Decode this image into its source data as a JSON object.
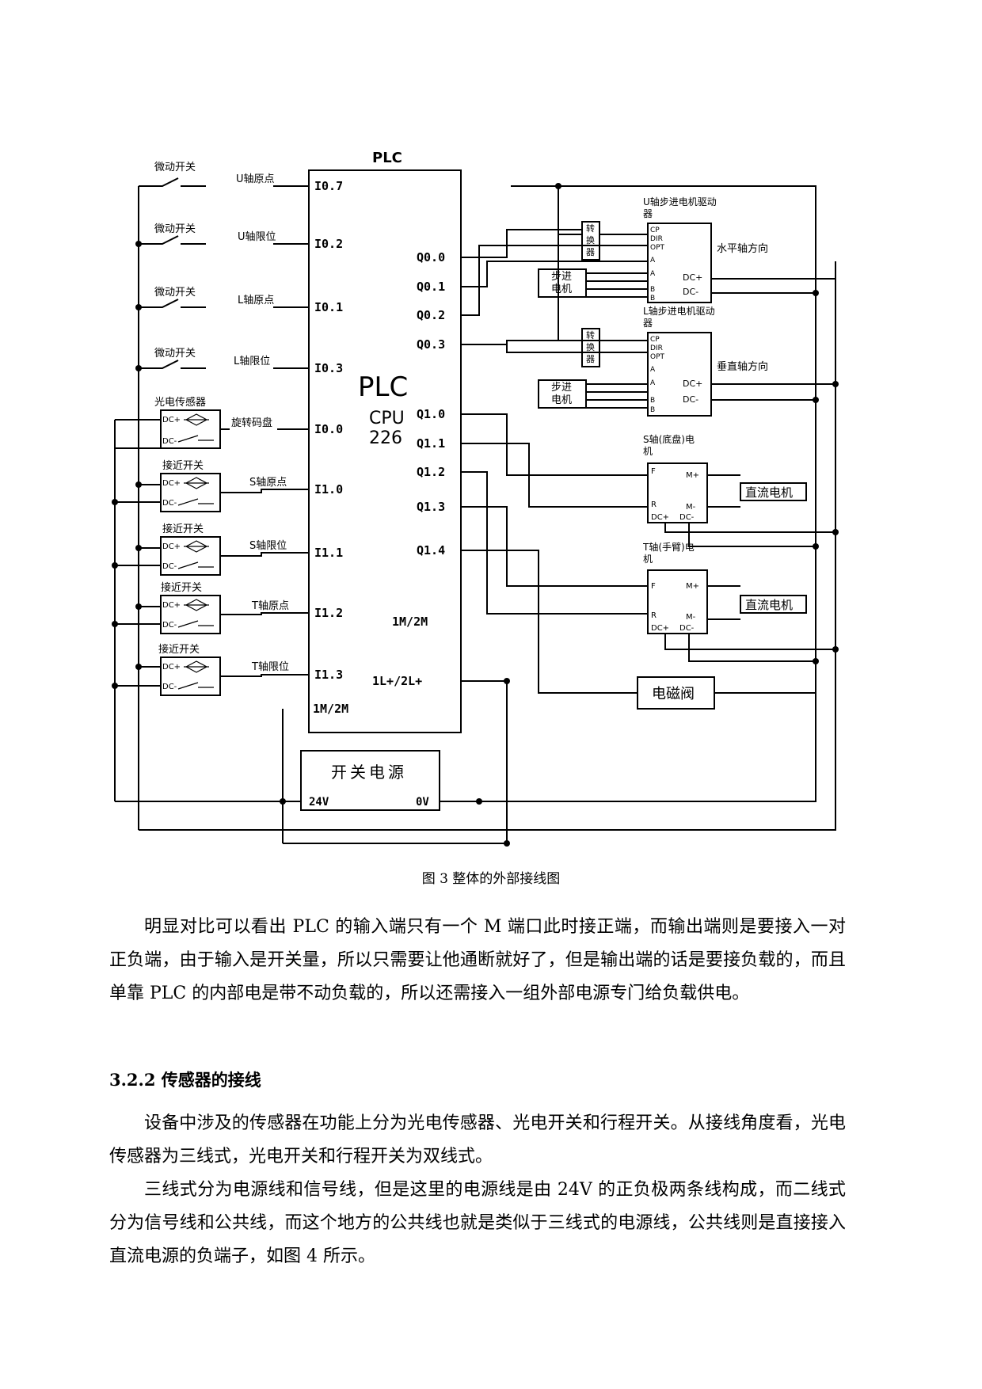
{
  "diagram": {
    "plc_top_label": "PLC",
    "plc_center_label": "PLC",
    "cpu_label_1": "CPU",
    "cpu_label_2": "226",
    "inputs": [
      {
        "switch": "微动开关",
        "signal": "U轴原点",
        "terminal": "I0.7"
      },
      {
        "switch": "微动开关",
        "signal": "U轴限位",
        "terminal": "I0.2"
      },
      {
        "switch": "微动开关",
        "signal": "L轴原点",
        "terminal": "I0.1"
      },
      {
        "switch": "微动开关",
        "signal": "L轴限位",
        "terminal": "I0.3"
      },
      {
        "switch": "光电传感器",
        "signal": "旋转码盘",
        "terminal": "I0.0"
      },
      {
        "switch": "接近开关",
        "signal": "S轴原点",
        "terminal": "I1.0"
      },
      {
        "switch": "接近开关",
        "signal": "S轴限位",
        "terminal": "I1.1"
      },
      {
        "switch": "接近开关",
        "signal": "T轴原点",
        "terminal": "I1.2"
      },
      {
        "switch": "接近开关",
        "signal": "T轴限位",
        "terminal": "I1.3"
      }
    ],
    "outputs": [
      "Q0.0",
      "Q0.1",
      "Q0.2",
      "Q0.3",
      "Q1.0",
      "Q1.1",
      "Q1.2",
      "Q1.3",
      "Q1.4"
    ],
    "common_right": "1M/2M",
    "power_right": "1L+/2L+",
    "common_left": "1M/2M",
    "sensor_dc_plus": "DC+",
    "sensor_dc_minus": "DC-",
    "converter_label": "转换器",
    "stepper_motor": "步进电机",
    "u_driver_title": "U轴步进电机驱动器",
    "l_driver_title": "L轴步进电机驱动器",
    "driver_pins": [
      "CP",
      "DIR",
      "OPT",
      "A",
      "A",
      "B",
      "B"
    ],
    "driver_dc_plus": "DC+",
    "driver_dc_minus": "DC-",
    "u_direction": "水平轴方向",
    "l_direction": "垂直轴方向",
    "s_motor_title": "S轴(底盘)电机",
    "t_motor_title": "T轴(手臂)电机",
    "motor_pins": {
      "f": "F",
      "r": "R",
      "mp": "M+",
      "mm": "M-",
      "dcp": "DC+",
      "dcm": "DC-"
    },
    "dc_motor": "直流电机",
    "solenoid": "电磁阀",
    "power_supply": "开关电源",
    "psu_24v": "24V",
    "psu_0v": "0V"
  },
  "caption": "图 3 整体的外部接线图",
  "paragraph1": "明显对比可以看出 PLC 的输入端只有一个 M 端口此时接正端，而输出端则是要接入一对正负端，由于输入是开关量，所以只需要让他通断就好了，但是输出端的话是要接负载的，而且单靠 PLC 的内部电是带不动负载的，所以还需接入一组外部电源专门给负载供电。",
  "heading": "3.2.2 传感器的接线",
  "paragraph2": "设备中涉及的传感器在功能上分为光电传感器、光电开关和行程开关。从接线角度看，光电传感器为三线式，光电开关和行程开关为双线式。",
  "paragraph3": "三线式分为电源线和信号线，但是这里的电源线是由 24V 的正负极两条线构成，而二线式分为信号线和公共线，而这个地方的公共线也就是类似于三线式的电源线，公共线则是直接接入直流电源的负端子，如图 4 所示。"
}
